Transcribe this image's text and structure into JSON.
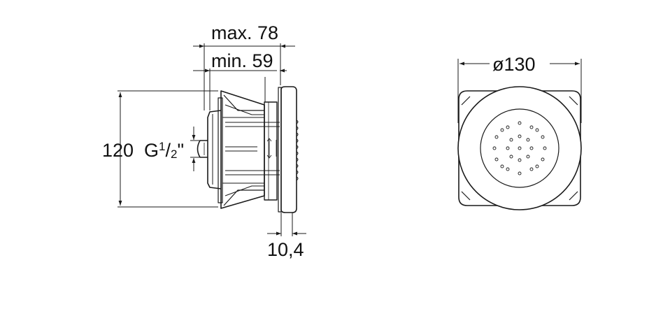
{
  "side_view": {
    "dim_max": "max. 78",
    "dim_min": "min. 59",
    "dim_height": "120",
    "thread_main": "G",
    "thread_num": "1",
    "thread_slash": "/",
    "thread_den": "2",
    "thread_inch": "\"",
    "dim_plate": "10,4"
  },
  "front_view": {
    "dim_diameter": "ø130"
  },
  "colors": {
    "line": "#1a1a1a",
    "background": "#ffffff"
  }
}
